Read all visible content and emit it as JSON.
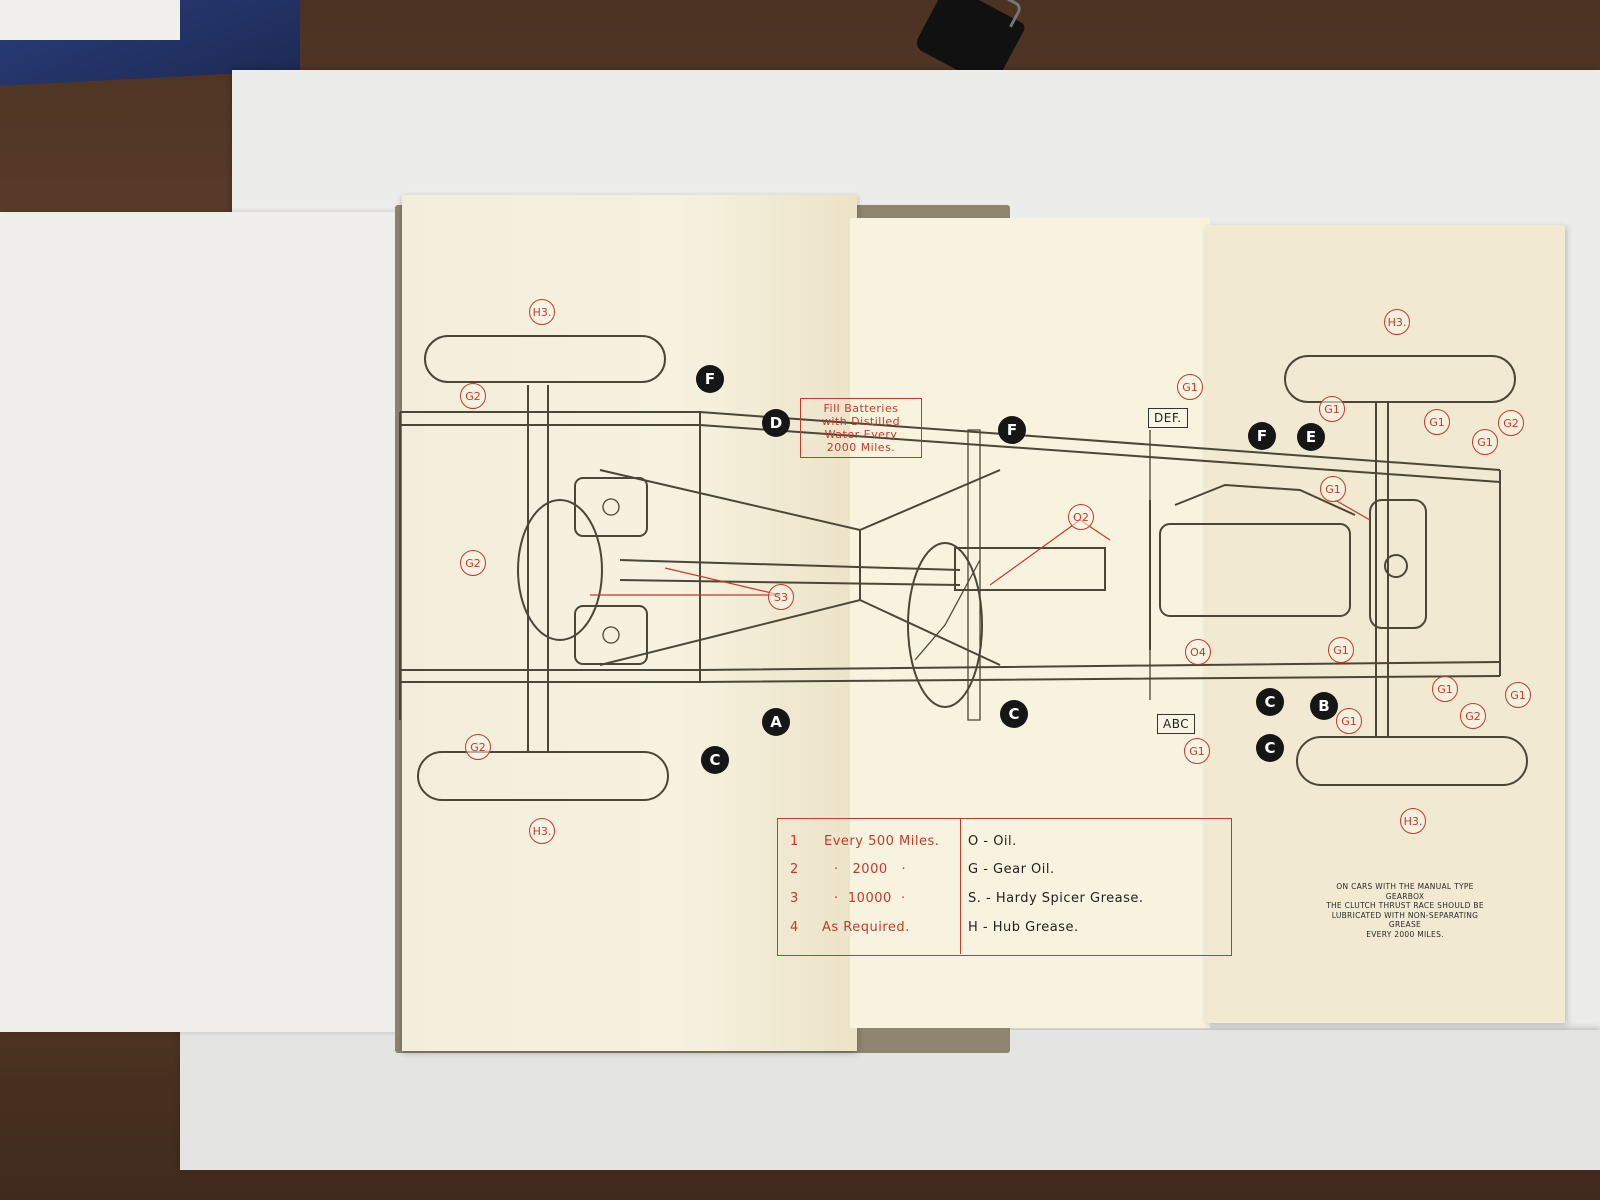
{
  "battery_note": [
    "Fill Batteries",
    "with Distilled",
    "Water Every",
    "2000 Miles."
  ],
  "labels": {
    "h3": "H3.",
    "g1": "G1",
    "g2": "G2",
    "o2": "O2",
    "o4": "O4",
    "s3": "S3",
    "a": "A",
    "b": "B",
    "c": "C",
    "d": "D",
    "e": "E",
    "f": "F",
    "def": "DEF.",
    "abc": "ABC"
  },
  "legend": {
    "intervals": [
      {
        "num": "1",
        "text": "Every 500 Miles."
      },
      {
        "num": "2",
        "text": "·   2000   ·"
      },
      {
        "num": "3",
        "text": "·  10000  ·"
      },
      {
        "num": "4",
        "text": "As Required."
      }
    ],
    "codes": [
      "O - Oil.",
      "G - Gear Oil.",
      "S. - Hardy Spicer Grease.",
      "H - Hub Grease."
    ]
  },
  "gearbox_note": [
    "ON CARS WITH THE MANUAL TYPE GEARBOX",
    "THE CLUTCH THRUST RACE SHOULD BE",
    "LUBRICATED WITH NON-SEPARATING GREASE",
    "EVERY 2000 MILES."
  ],
  "colors": {
    "red_ink": "#c43a2a",
    "black_ink": "#161616",
    "paper": "#f6f0dc",
    "table": "#5a3b26"
  }
}
